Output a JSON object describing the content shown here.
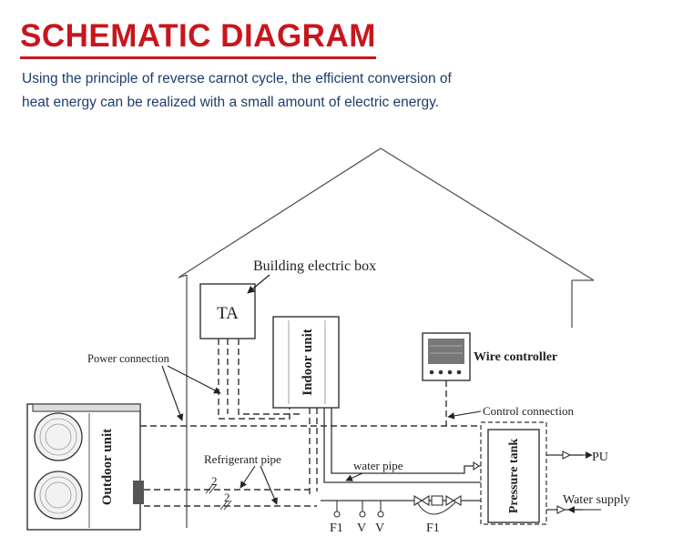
{
  "header": {
    "title": "SCHEMATIC DIAGRAM",
    "subtitle_line1": "Using the principle of reverse carnot cycle, the efficient conversion of",
    "subtitle_line2": "heat energy can be realized with a small amount of electric energy."
  },
  "diagram": {
    "building_box_label": "Building electric box",
    "ta_label": "TA",
    "indoor_unit_label": "Indoor unit",
    "outdoor_unit_label": "Outdoor unit",
    "wire_controller_label": "Wire controller",
    "power_connection_label": "Power connection",
    "control_connection_label": "Control connection",
    "refrigerant_pipe_label": "Refrigerant pipe",
    "water_pipe_label": "water pipe",
    "pressure_tank_label": "Pressure tank",
    "pu_label": "PU",
    "water_supply_label": "Water supply",
    "pipe_count_1": "2",
    "pipe_count_2": "2",
    "f1_label_1": "F1",
    "v_label_1": "V",
    "v_label_2": "V",
    "f1_label_2": "F1"
  }
}
